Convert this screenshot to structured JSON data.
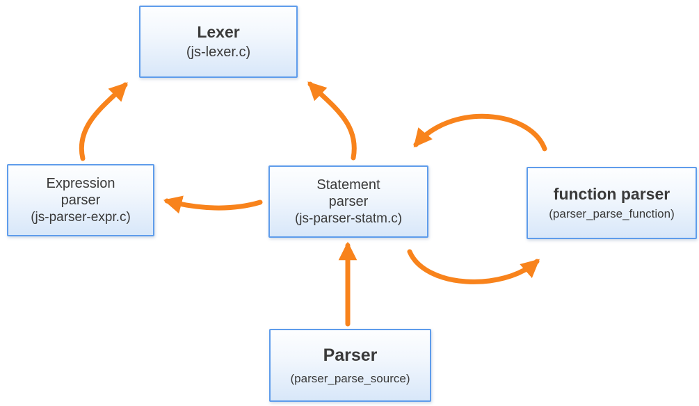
{
  "diagram": {
    "colors": {
      "arrow_orange": "#f8831c",
      "box_border_blue": "#5e9ceb",
      "box_fill_top": "#fdfeff",
      "box_fill_bottom": "#d8e7f9",
      "text": "#3a3a3a",
      "background": "#ffffff"
    },
    "nodes": {
      "lexer": {
        "title": "Lexer",
        "subtitle": "(js-lexer.c)"
      },
      "expression_parser": {
        "title": "Expression\nparser",
        "subtitle": "(js-parser-expr.c)"
      },
      "statement_parser": {
        "title": "Statement\nparser",
        "subtitle": "(js-parser-statm.c)"
      },
      "function_parser": {
        "title": "function parser",
        "subtitle": "(parser_parse_function)"
      },
      "parser": {
        "title": "Parser",
        "subtitle": "(parser_parse_source)"
      }
    },
    "edges": [
      {
        "from": "expression_parser",
        "to": "lexer",
        "style": "curved"
      },
      {
        "from": "statement_parser",
        "to": "lexer",
        "style": "curved"
      },
      {
        "from": "statement_parser",
        "to": "expression_parser",
        "style": "curved"
      },
      {
        "from": "function_parser",
        "to": "statement_parser",
        "style": "arc-over"
      },
      {
        "from": "statement_parser",
        "to": "function_parser",
        "style": "arc-under"
      },
      {
        "from": "parser",
        "to": "statement_parser",
        "style": "straight-up"
      }
    ]
  }
}
